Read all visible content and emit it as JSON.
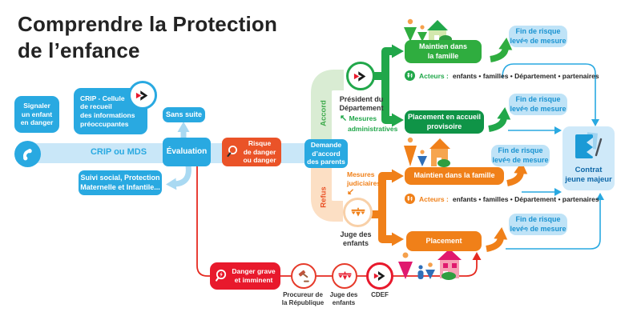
{
  "title": {
    "line1": "Comprendre la Protection",
    "line2": "de l’enfance"
  },
  "colors": {
    "blue": "#29a9e1",
    "light_blue_band": "#c9e7f8",
    "bubble_blue": "#bfe3f7",
    "green": "#2fad3f",
    "dark_green": "#0f9447",
    "orange": "#f08019",
    "red_orange": "#ea5328",
    "red": "#e8192c",
    "contrat_bg": "#cfe9f9"
  },
  "nodes": {
    "signaler": {
      "lines": [
        "Signaler",
        "un enfant",
        "en danger"
      ]
    },
    "crip_bubble": {
      "lines": [
        "CRIP - Cellule",
        "de recueil",
        "des informations",
        "préoccupantes"
      ]
    },
    "band_label": "CRIP ou MDS",
    "sans_suite": "Sans suite",
    "evaluation": "Évaluation",
    "suivi": {
      "lines": [
        "Suivi social, Protection",
        "Maternelle et Infantile..."
      ]
    },
    "risque": {
      "lines": [
        "Risque",
        "de danger",
        "ou danger"
      ]
    },
    "demande": {
      "lines": [
        "Demande",
        "d’accord",
        "des parents"
      ]
    },
    "accord": "Accord",
    "refus": "Refus",
    "president": {
      "lines": [
        "Président du",
        "Département"
      ]
    },
    "mesures_admin": {
      "lines": [
        "Mesures",
        "administratives"
      ],
      "arrow": "↖"
    },
    "mesures_jud": {
      "lines": [
        "Mesures",
        "judiciaires"
      ],
      "arrow": "↙"
    },
    "juge_mid": {
      "lines": [
        "Juge des",
        "enfants"
      ]
    },
    "maintien_green": {
      "lines": [
        "Maintien dans",
        "la famille"
      ]
    },
    "placement_green": {
      "lines": [
        "Placement en accueil",
        "provisoire"
      ]
    },
    "maintien_orange": "Maintien dans la famille",
    "placement_orange": "Placement",
    "fin_bubble": {
      "lines": [
        "Fin de risque",
        "levée de mesure"
      ]
    },
    "acteurs": {
      "label": "Acteurs :",
      "list": "enfants • familles • Département • partenaires"
    },
    "contrat": {
      "lines": [
        "Contrat",
        "jeune majeur"
      ]
    },
    "danger": {
      "lines": [
        "Danger grave",
        "et imminent"
      ]
    },
    "procureur": {
      "lines": [
        "Procureur de",
        "la République"
      ]
    },
    "juge_bottom": {
      "lines": [
        "Juge des",
        "enfants"
      ]
    },
    "cdef": "CDEF"
  }
}
